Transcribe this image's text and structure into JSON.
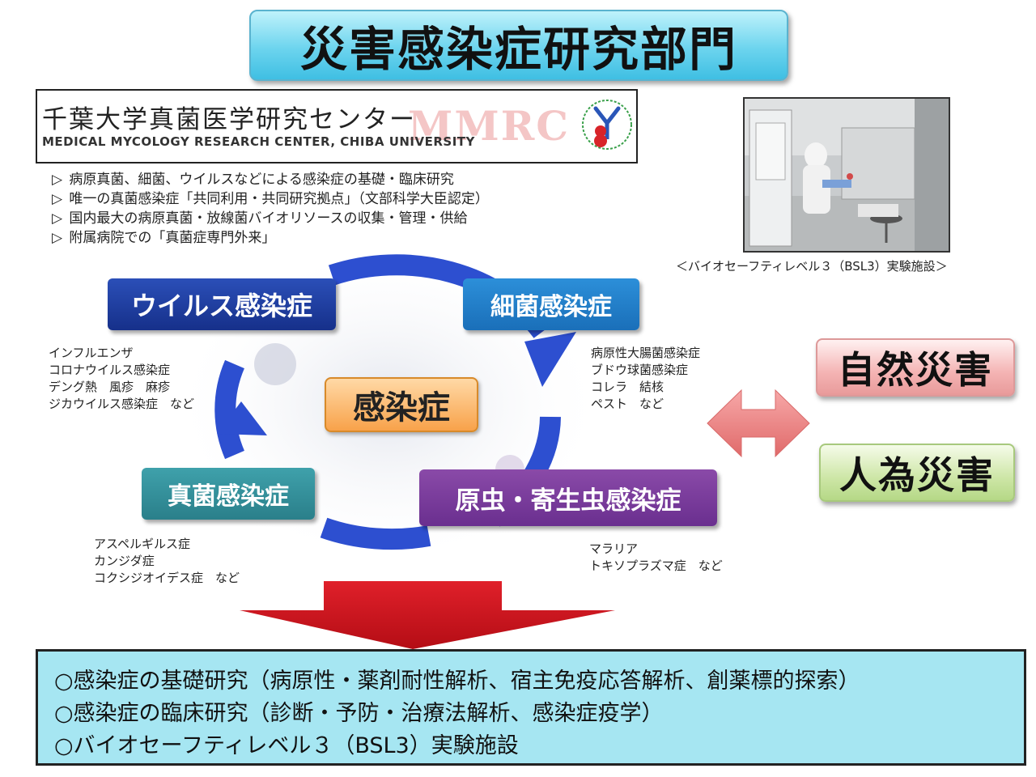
{
  "title": "災害感染症研究部門",
  "logo": {
    "name_jp": "千葉大学真菌医学研究センター",
    "name_en": "MEDICAL MYCOLOGY RESEARCH CENTER, CHIBA UNIVERSITY",
    "watermark": "MMRC"
  },
  "bullets": [
    "病原真菌、細菌、ウイルスなどによる感染症の基礎・臨床研究",
    "唯一の真菌感染症「共同利用・共同研究拠点」（文部科学大臣認定）",
    "国内最大の病原真菌・放線菌バイオリソースの収集・管理・供給",
    "附属病院での「真菌症専門外来」"
  ],
  "bullet_marker": "▷",
  "photo_caption": "＜バイオセーフティレベル３（BSL3）実験施設＞",
  "cycle": {
    "center": "感染症",
    "categories": {
      "virus": {
        "label": "ウイルス感染症",
        "examples": [
          "インフルエンザ",
          "コロナウイルス感染症",
          "デング熱　風疹　麻疹",
          "ジカウイルス感染症　など"
        ],
        "color": "#1f3f9e"
      },
      "bacteria": {
        "label": "細菌感染症",
        "examples": [
          "病原性大腸菌感染症",
          "ブドウ球菌感染症",
          "コレラ　結核",
          "ペスト　など"
        ],
        "color": "#1f7fc9"
      },
      "fungus": {
        "label": "真菌感染症",
        "examples": [
          "アスペルギルス症",
          "カンジダ症",
          "コクシジオイデス症　など"
        ],
        "color": "#33909b"
      },
      "parasite": {
        "label": "原虫・寄生虫感染症",
        "examples": [
          "マラリア",
          "トキソプラズマ症　など"
        ],
        "color": "#7a3c9c"
      }
    }
  },
  "disasters": {
    "natural": "自然災害",
    "human": "人為災害"
  },
  "summary": [
    "○感染症の基礎研究（病原性・薬剤耐性解析、宿主免疫応答解析、創薬標的探索）",
    "○感染症の臨床研究（診断・予防・治療法解析、感染症疫学）",
    "○バイオセーフティレベル３（BSL3）実験施設"
  ]
}
